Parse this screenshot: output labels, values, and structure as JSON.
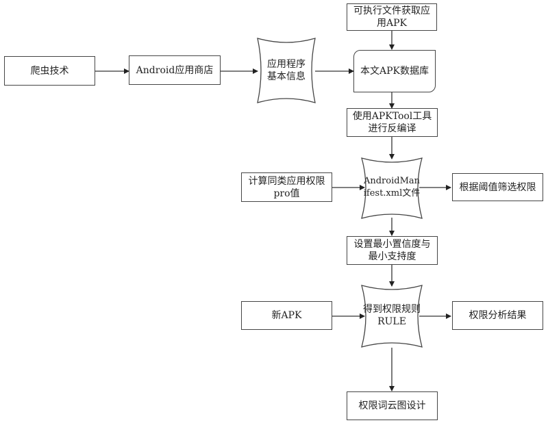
{
  "diagram": {
    "type": "flowchart",
    "nodes": {
      "crawler": "爬虫技术",
      "app_store": "Android应用商店",
      "app_info": "应用程序基本信息",
      "exe_apk": "可执行文件获取应用APK",
      "apk_db": "本文APK数据库",
      "apktool": "使用APKTool工具进行反编译",
      "manifest": "AndroidManifest.xml文件",
      "calc_pro": "计算同类应用权限pro值",
      "filter": "根据阈值筛选权限",
      "set_conf": "设置最小置信度与最小支持度",
      "rule": "得到权限规则RULE",
      "new_apk": "新APK",
      "result": "权限分析结果",
      "wordcloud": "权限词云图设计"
    },
    "edges": [
      {
        "from": "crawler",
        "to": "app_store"
      },
      {
        "from": "app_store",
        "to": "app_info"
      },
      {
        "from": "app_info",
        "to": "apk_db"
      },
      {
        "from": "exe_apk",
        "to": "apk_db"
      },
      {
        "from": "apk_db",
        "to": "apktool"
      },
      {
        "from": "apktool",
        "to": "manifest"
      },
      {
        "from": "calc_pro",
        "to": "manifest"
      },
      {
        "from": "manifest",
        "to": "filter"
      },
      {
        "from": "manifest",
        "to": "set_conf"
      },
      {
        "from": "set_conf",
        "to": "rule"
      },
      {
        "from": "new_apk",
        "to": "rule"
      },
      {
        "from": "rule",
        "to": "result"
      },
      {
        "from": "rule",
        "to": "wordcloud"
      }
    ]
  }
}
